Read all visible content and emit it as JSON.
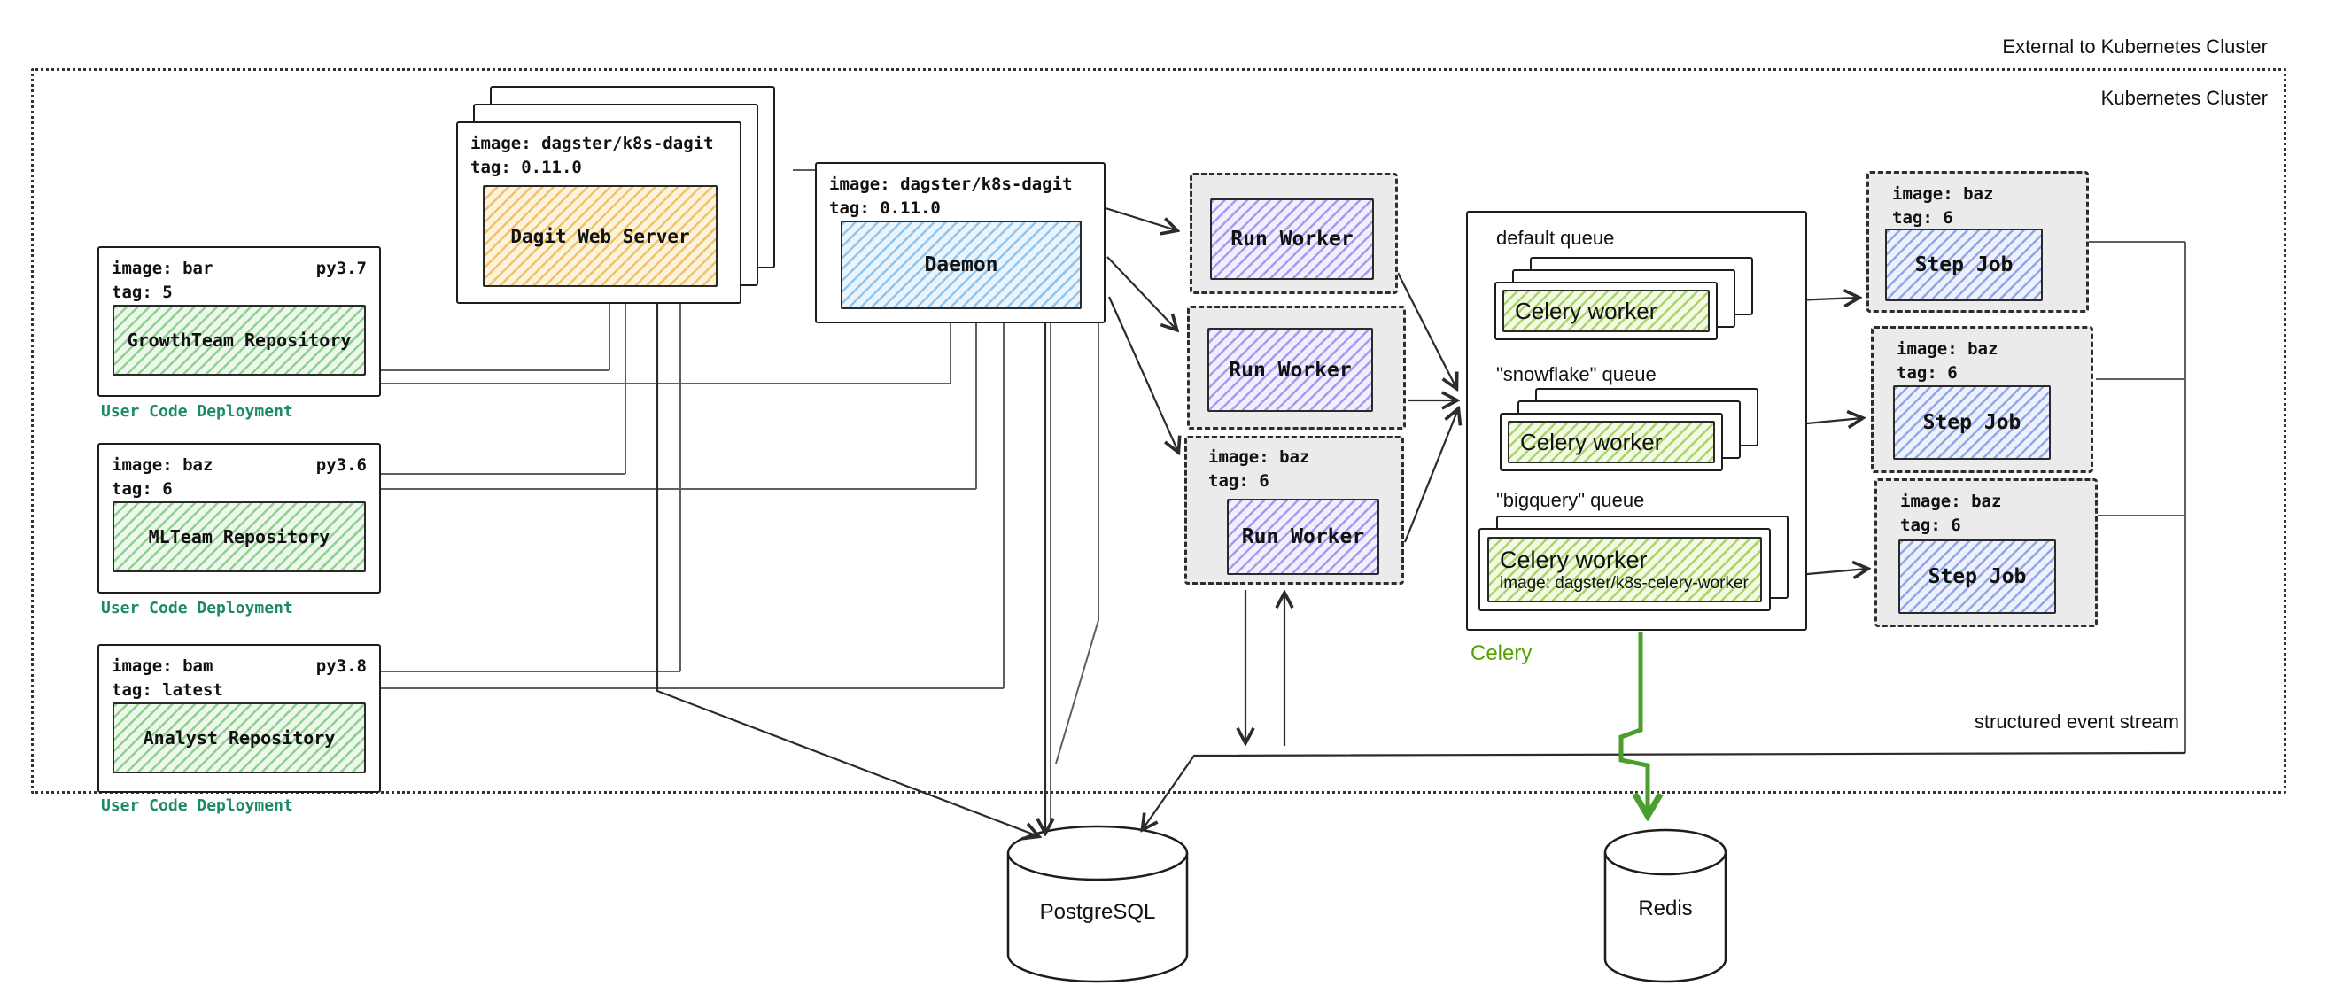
{
  "labels": {
    "external": "External to Kubernetes Cluster",
    "cluster": "Kubernetes Cluster",
    "event_stream": "structured event stream",
    "user_code_deployment": "User Code Deployment"
  },
  "colors": {
    "user_code_label": "#1b8a68",
    "celery_label": "#56a000",
    "green_arrow": "#4a9e2d",
    "repo_hatch": "#8fd18f",
    "dagit_hatch": "#f0c36a",
    "daemon_hatch": "#92c5ee",
    "run_worker_hatch": "#ab99f0",
    "step_job_hatch": "#90a8e8",
    "celery_worker_hatch": "#a9d66b",
    "container_bg": "#ebebeb"
  },
  "repos": [
    {
      "image": "image: bar",
      "py": "py3.7",
      "tag": "tag: 5",
      "name": "GrowthTeam Repository",
      "label": "User Code Deployment"
    },
    {
      "image": "image: baz",
      "py": "py3.6",
      "tag": "tag: 6",
      "name": "MLTeam Repository",
      "label": "User Code Deployment"
    },
    {
      "image": "image: bam",
      "py": "py3.8",
      "tag": "tag: latest",
      "name": "Analyst Repository",
      "label": "User Code Deployment"
    }
  ],
  "dagit": {
    "image": "image: dagster/k8s-dagit",
    "tag": "tag: 0.11.0",
    "name": "Dagit Web Server"
  },
  "daemon": {
    "image": "image: dagster/k8s-dagit",
    "tag": "tag: 0.11.0",
    "name": "Daemon"
  },
  "run_workers": [
    {
      "name": "Run Worker"
    },
    {
      "name": "Run Worker"
    },
    {
      "name": "Run Worker",
      "image": "image: baz",
      "tag": "tag: 6"
    }
  ],
  "celery": {
    "label": "Celery",
    "queues": [
      {
        "label": "default queue",
        "worker": "Celery worker"
      },
      {
        "label": "\"snowflake\" queue",
        "worker": "Celery worker"
      },
      {
        "label": "\"bigquery\" queue",
        "worker": "Celery worker",
        "worker_image": "image: dagster/k8s-celery-worker"
      }
    ]
  },
  "step_jobs": [
    {
      "image": "image: baz",
      "tag": "tag: 6",
      "name": "Step Job"
    },
    {
      "image": "image: baz",
      "tag": "tag: 6",
      "name": "Step Job"
    },
    {
      "image": "image: baz",
      "tag": "tag: 6",
      "name": "Step Job"
    }
  ],
  "databases": {
    "postgres": "PostgreSQL",
    "redis": "Redis"
  }
}
